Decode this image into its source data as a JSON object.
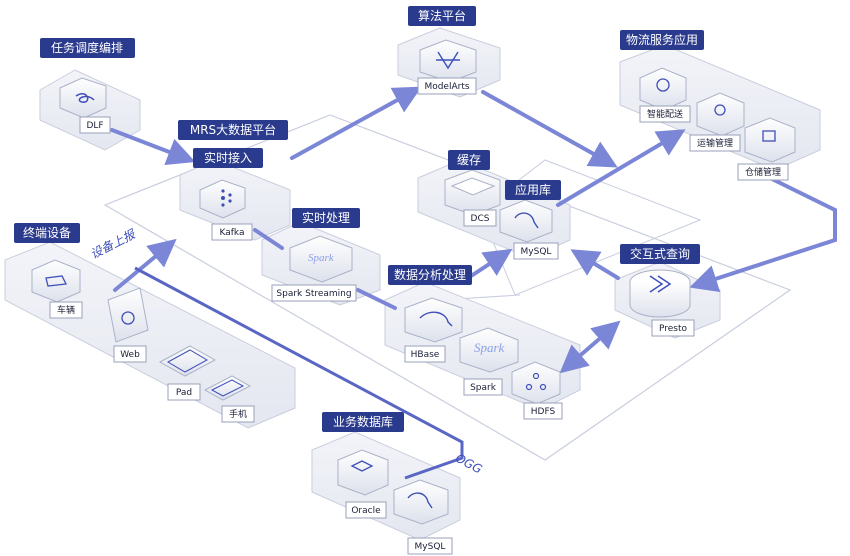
{
  "groups": {
    "dlf": "任务调度编排",
    "mrs": "MRS大数据平台",
    "realtime_ingest": "实时接入",
    "realtime_proc": "实时处理",
    "algo": "算法平台",
    "cache": "缓存",
    "app_db": "应用库",
    "analytics": "数据分析处理",
    "logistics": "物流服务应用",
    "query": "交互式查询",
    "terminals": "终端设备",
    "biz_db": "业务数据库"
  },
  "nodes": {
    "dlf": "DLF",
    "kafka": "Kafka",
    "spark_streaming": "Spark Streaming",
    "modelarts": "ModelArts",
    "dcs": "DCS",
    "mysql_app": "MySQL",
    "hbase": "HBase",
    "spark": "Spark",
    "hdfs": "HDFS",
    "presto": "Presto",
    "delivery": "智能配送",
    "transport": "运输管理",
    "warehouse": "仓储管理",
    "vehicle": "车辆",
    "web": "Web",
    "pad": "Pad",
    "phone": "手机",
    "oracle": "Oracle",
    "mysql_biz": "MySQL"
  },
  "annotations": {
    "device_report": "设备上报",
    "ogg": "OGG",
    "spark_logo": "Spark"
  },
  "colors": {
    "tag": "#2a3a8c",
    "arrow": "#7b86d6",
    "platform": "#eef0f6",
    "outline": "#c9cede"
  }
}
